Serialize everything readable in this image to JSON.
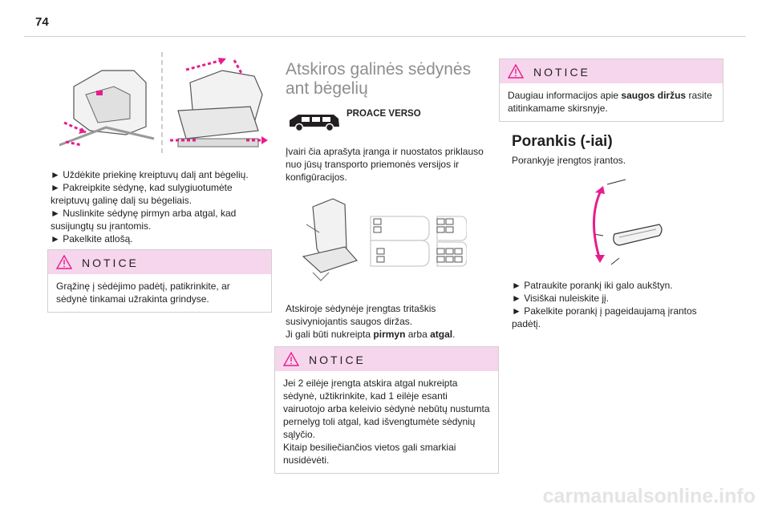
{
  "page": {
    "number": "74",
    "watermark": "carmanualsonline.info"
  },
  "col1": {
    "steps": [
      "► Uždėkite priekinę kreiptuvų dalį ant bėgelių.",
      "► Pakreipkite sėdynę, kad sulygiuotumėte kreiptuvų galinę dalį su bėgeliais.",
      "► Nuslinkite sėdynę pirmyn arba atgal, kad susijungtų su įrantomis.",
      "► Pakelkite atlošą."
    ],
    "notice": {
      "title": "NOTICE",
      "text": "Grąžinę į sėdėjimo padėtį, patikrinkite, ar sėdynė tinkamai užrakinta grindyse."
    }
  },
  "col2": {
    "heading_line1": "Atskiros galinės sėdynės",
    "heading_line2": "ant bėgelių",
    "model_label": "PROACE VERSO",
    "intro": "Įvairi čia aprašyta įranga ir nuostatos priklauso nuo jūsų transporto priemonės versijos ir konfigūracijos.",
    "belt_text_1": "Atskiroje sėdynėje įrengtas tritaškis susivyniojantis saugos diržas.",
    "belt_text_2_prefix": "Ji gali būti nukreipta ",
    "belt_text_2_bold1": "pirmyn",
    "belt_text_2_mid": " arba ",
    "belt_text_2_bold2": "atgal",
    "belt_text_2_suffix": ".",
    "notice": {
      "title": "NOTICE",
      "text_lines": [
        "Jei 2 eilėje įrengta atskira atgal nukreipta sėdynė, užtikrinkite, kad 1 eilėje esanti vairuotojo arba keleivio sėdynė nebūtų nustumta pernelyg toli atgal, kad išvengtumėte sėdynių sąlyčio.",
        "Kitaip besiliečiančios vietos gali smarkiai nusidėvėti."
      ]
    }
  },
  "col3": {
    "notice": {
      "title": "NOTICE",
      "text_prefix": "Daugiau informacijos apie ",
      "text_bold": "saugos diržus",
      "text_suffix": " rasite atitinkamame skirsnyje."
    },
    "heading": "Porankis (-iai)",
    "intro": "Porankyje įrengtos įrantos.",
    "steps": [
      "► Patraukite porankį iki galo aukštyn.",
      "► Visiškai nuleiskite jį.",
      "► Pakelkite porankį į pageidaujamą įrantos padėtį."
    ]
  },
  "colors": {
    "notice_header": "#f6d6ec",
    "accent_magenta": "#e61e8c",
    "heading_gray": "#8e8e8e"
  },
  "icons": [
    "warning-triangle-icon",
    "van-icon"
  ]
}
